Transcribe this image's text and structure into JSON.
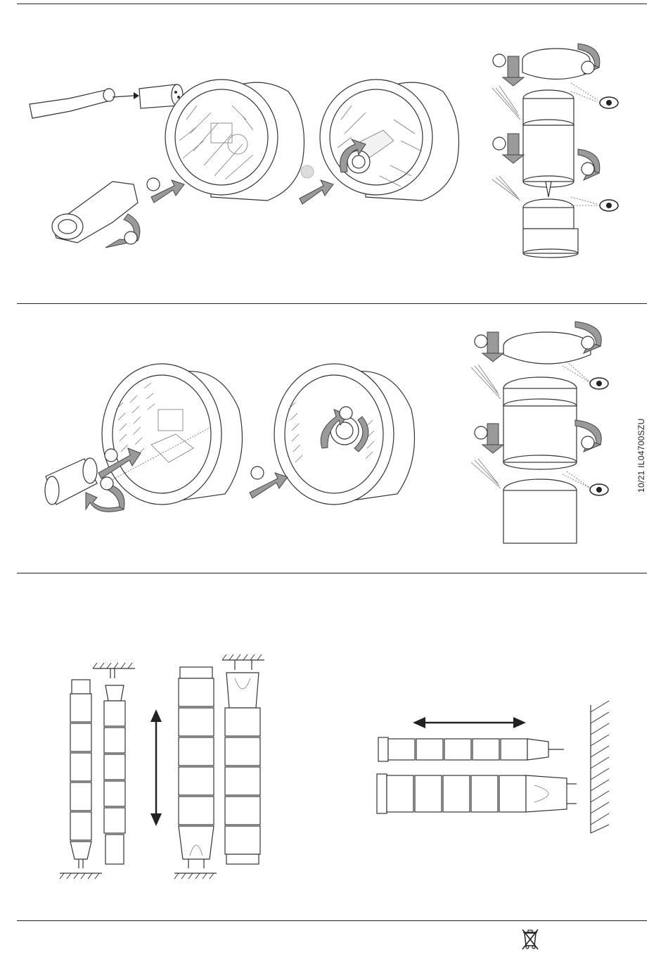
{
  "document": {
    "code": "10/21 IL04700SZU"
  },
  "figures": {
    "assembly_top": "step-by-step bulb installation into socket and module stacking",
    "assembly_middle": "alternate bulb installation with module stacking",
    "mounting_vertical": "vertical column mounting orientations",
    "mounting_horizontal": "horizontal wall mounting orientation"
  },
  "icons": [
    "eye-icon",
    "rotate-arrow-icon",
    "push-arrow-icon",
    "double-arrow-icon",
    "weee-bin-icon"
  ]
}
